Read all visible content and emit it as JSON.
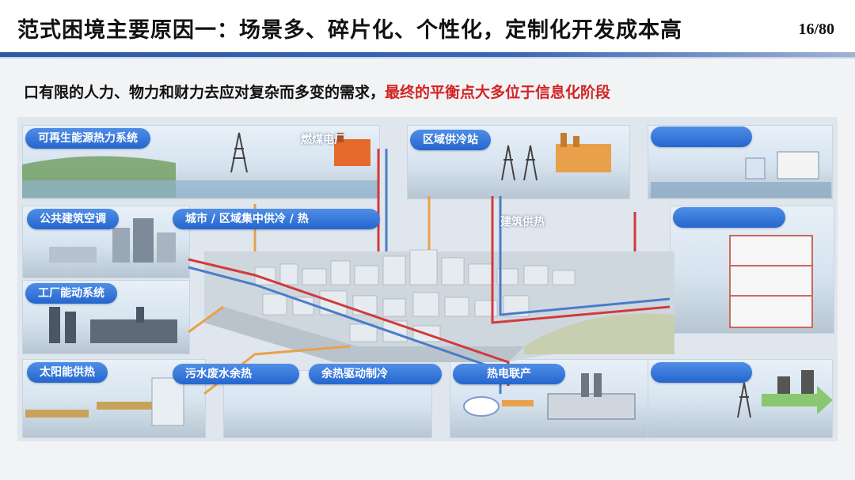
{
  "header": {
    "title": "范式困境主要原因一：场景多、碎片化、个性化，定制化开发成本高",
    "page_number": "16/80"
  },
  "subline": {
    "normal": "口有限的人力、物力和财力去应对复杂而多变的需求，",
    "highlight": "最终的平衡点大多位于信息化阶段"
  },
  "figure": {
    "labels": {
      "renewable": "可再生能源热力系统",
      "coal_plant": "燃煤电厂",
      "district_cooling": "区域供冷站",
      "public_ac": "公共建筑空调",
      "city_district": "城市 / 区域集中供冷 / 热",
      "building_heating": "建筑供热",
      "factory": "工厂能动系统",
      "solar": "太阳能供热",
      "sewage": "污水废水余热",
      "waste_heat_cooling": "余热驱动制冷",
      "chp": "热电联产"
    }
  },
  "colors": {
    "accent": "#2c59a6",
    "highlight": "#d22424",
    "label_blue": "#2566cf",
    "pipe_red": "#d23a3a",
    "pipe_blue": "#4a7cc9",
    "pipe_orange": "#e8a14a"
  }
}
